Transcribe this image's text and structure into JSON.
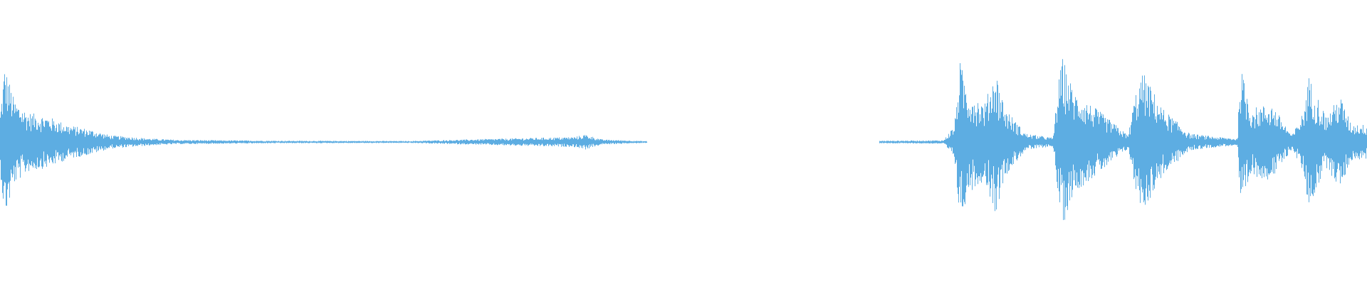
{
  "waveform": {
    "color": "#5DADE2",
    "background": "#FFFFFF",
    "segments": [
      {
        "name": "segment-1",
        "start": 0.0,
        "end": 0.473,
        "envelope": [
          [
            0.0,
            0.35
          ],
          [
            0.003,
            0.9
          ],
          [
            0.006,
            0.75
          ],
          [
            0.01,
            0.5
          ],
          [
            0.02,
            0.35
          ],
          [
            0.035,
            0.3
          ],
          [
            0.05,
            0.2
          ],
          [
            0.065,
            0.15
          ],
          [
            0.08,
            0.08
          ],
          [
            0.095,
            0.06
          ],
          [
            0.11,
            0.04
          ],
          [
            0.13,
            0.025
          ],
          [
            0.2,
            0.015
          ],
          [
            0.3,
            0.012
          ],
          [
            0.33,
            0.025
          ],
          [
            0.38,
            0.045
          ],
          [
            0.42,
            0.06
          ],
          [
            0.428,
            0.09
          ],
          [
            0.44,
            0.03
          ],
          [
            0.473,
            0.01
          ]
        ]
      },
      {
        "name": "segment-2",
        "start": 0.643,
        "end": 1.0,
        "envelope": [
          [
            0.643,
            0.015
          ],
          [
            0.69,
            0.02
          ],
          [
            0.698,
            0.2
          ],
          [
            0.702,
            0.95
          ],
          [
            0.708,
            0.6
          ],
          [
            0.72,
            0.45
          ],
          [
            0.728,
            0.85
          ],
          [
            0.735,
            0.4
          ],
          [
            0.75,
            0.1
          ],
          [
            0.77,
            0.05
          ],
          [
            0.774,
            0.7
          ],
          [
            0.777,
            1.0
          ],
          [
            0.785,
            0.6
          ],
          [
            0.805,
            0.35
          ],
          [
            0.825,
            0.08
          ],
          [
            0.83,
            0.55
          ],
          [
            0.836,
            0.82
          ],
          [
            0.85,
            0.4
          ],
          [
            0.87,
            0.1
          ],
          [
            0.89,
            0.06
          ],
          [
            0.905,
            0.04
          ],
          [
            0.907,
            0.9
          ],
          [
            0.915,
            0.4
          ],
          [
            0.93,
            0.45
          ],
          [
            0.945,
            0.08
          ],
          [
            0.953,
            0.35
          ],
          [
            0.957,
            0.78
          ],
          [
            0.97,
            0.3
          ],
          [
            0.98,
            0.55
          ],
          [
            0.988,
            0.22
          ],
          [
            1.0,
            0.2
          ]
        ]
      }
    ]
  }
}
